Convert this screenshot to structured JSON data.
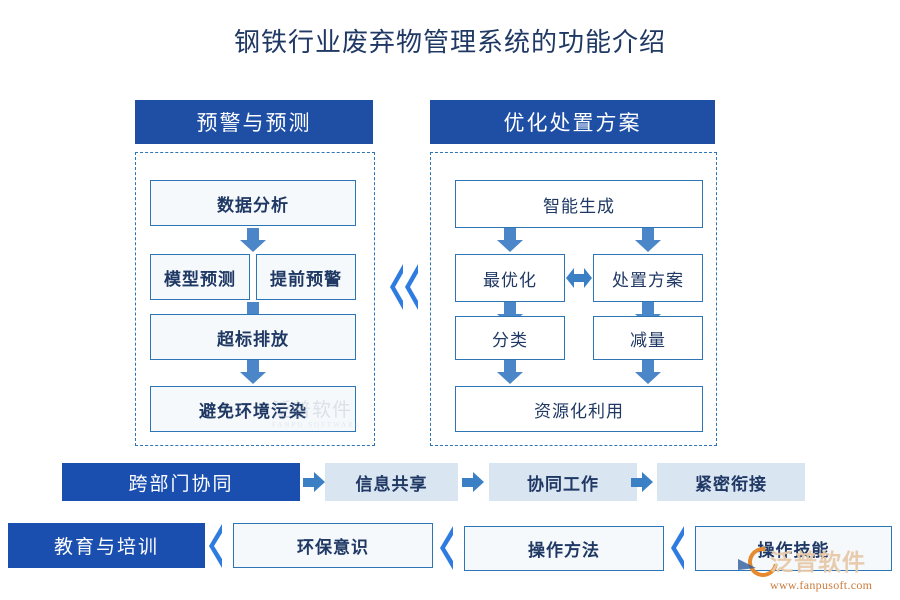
{
  "page": {
    "title": "钢铁行业废弃物管理系统的功能介绍"
  },
  "colors": {
    "header_blue": "#1F4FA5",
    "lead_blue": "#1B4FAF",
    "box_border": "#2E75B6",
    "arrow_blue": "#3B7FC4",
    "chevron_blue": "#2F7CE0",
    "pill_fill": "#DAE5F2",
    "text_navy": "#1F3864"
  },
  "panels": {
    "left": {
      "header": "预警与预测",
      "boxes": {
        "data_analysis": "数据分析",
        "model_forecast": "模型预测",
        "early_warning": "提前预警",
        "over_standard": "超标排放",
        "avoid_pollution": "避免环境污染"
      }
    },
    "right": {
      "header": "优化处置方案",
      "boxes": {
        "smart_generate": "智能生成",
        "optimize": "最优化",
        "disposal_plan": "处置方案",
        "classify": "分类",
        "reduce": "减量",
        "resource_use": "资源化利用"
      }
    }
  },
  "center_connector": {
    "icon": "double-chevron-left-icon"
  },
  "bottom_rows": [
    {
      "lead": "跨部门协同",
      "steps": [
        "信息共享",
        "协同工作",
        "紧密衔接"
      ],
      "separator_icon": "arrow-right-icon"
    },
    {
      "lead": "教育与培训",
      "steps": [
        "环保意识",
        "操作方法",
        "操作技能"
      ],
      "separator_icon": "chevron-left-icon"
    }
  ],
  "watermarks": {
    "center": {
      "name": "泛普软件",
      "sub": "FANPU SOFTWARE"
    },
    "corner": {
      "name": "泛普软件",
      "url": "www.fanpusoft.com"
    }
  }
}
